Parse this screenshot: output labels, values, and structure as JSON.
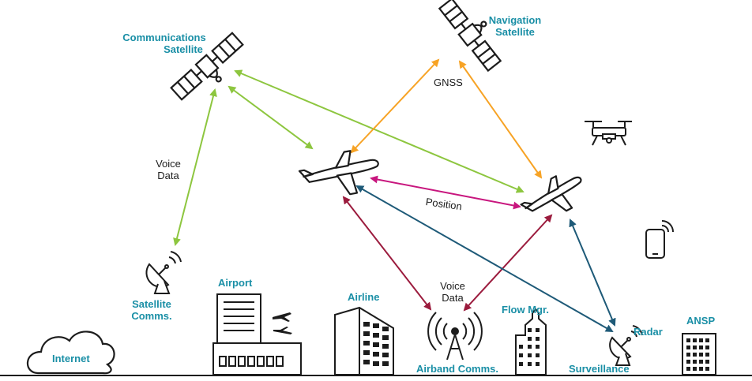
{
  "labels": {
    "comms_sat_line1": "Communications",
    "comms_sat_line2": "Satellite",
    "nav_sat_line1": "Navigation",
    "nav_sat_line2": "Satellite",
    "gnss": "GNSS",
    "voice_data_left_1": "Voice",
    "voice_data_left_2": "Data",
    "position": "Position",
    "voice_data_center_1": "Voice",
    "voice_data_center_2": "Data",
    "satellite_comms_1": "Satellite",
    "satellite_comms_2": "Comms.",
    "airport": "Airport",
    "airline": "Airline",
    "flow_mgr": "Flow Mgr.",
    "radar": "Radar",
    "ansp": "ANSP",
    "internet": "Internet",
    "airband_comms": "Airband Comms.",
    "surveillance": "Surveillance"
  },
  "colors": {
    "green": "#8dc63f",
    "orange": "#f7a325",
    "magenta": "#c8167e",
    "maroon": "#9b1b3d",
    "navy": "#1e5a78",
    "teal": "#1a8fa6",
    "ink": "#1c1c1c"
  },
  "icons": [
    "satellite-icon",
    "airplane-icon",
    "drone-icon",
    "smartphone-icon",
    "antenna-dish-icon",
    "cloud-icon",
    "radio-tower-icon",
    "building-icon"
  ]
}
